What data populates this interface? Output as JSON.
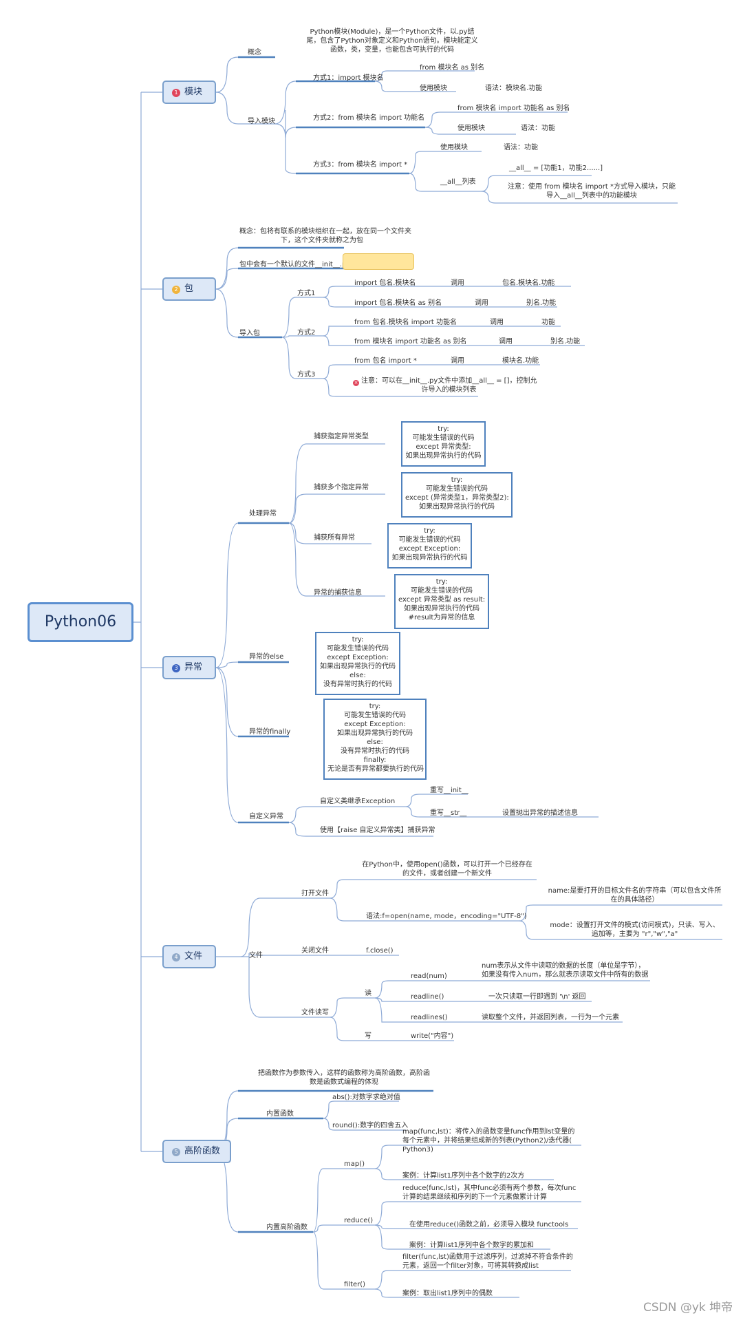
{
  "root": {
    "label": "Python06"
  },
  "topics": [
    {
      "num": "1",
      "label": "模块",
      "color": "#e0455b"
    },
    {
      "num": "2",
      "label": "包",
      "color": "#f0b43c"
    },
    {
      "num": "3",
      "label": "异常",
      "color": "#3f66c2"
    },
    {
      "num": "4",
      "label": "文件",
      "color": "#8fa8c8"
    },
    {
      "num": "5",
      "label": "高阶函数",
      "color": "#8fa8c8"
    }
  ],
  "module": {
    "concept_label": "概念",
    "concept_text": "Python模块(Module)，是一个Python文件，以.py结\n尾，包含了Python对象定义和Python语句。模块能定义\n函数，类，变量，也能包含可执行的代码",
    "import_label": "导入模块",
    "way1": "方式1：import 模块名",
    "way1_a": "from 模块名 as 别名",
    "way1_b": "使用模块",
    "way1_b2": "语法：模块名.功能",
    "way2": "方式2：from 模块名 import 功能名",
    "way2_a": "from 模块名 import 功能名 as 别名",
    "way2_b": "使用模块",
    "way2_b2": "语法：功能",
    "way3": "方式3：from 模块名 import *",
    "way3_a": "使用模块",
    "way3_a2": "语法：功能",
    "way3_b": "__all__列表",
    "way3_b1": "__all__ = [功能1，功能2......]",
    "way3_b2": "注意：使用 from 模块名 import *方式导入模块，只能\n导入__all__列表中的功能模块"
  },
  "package": {
    "concept": "概念：包将有联系的模块组织在一起，放在同一个文件夹\n下，这个文件夹就称之为包",
    "init_file": "包中会有一个默认的文件__init__.py文件",
    "import_label": "导入包",
    "way1": "方式1",
    "w1a": "import 包名.模块名",
    "w1a_call": "调用",
    "w1a_res": "包名.模块名.功能",
    "w1b": "import 包名.模块名 as 别名",
    "w1b_call": "调用",
    "w1b_res": "别名.功能",
    "way2": "方式2",
    "w2a": "from 包名.模块名 import 功能名",
    "w2a_call": "调用",
    "w2a_res": "功能",
    "w2b": "from 模块名 import 功能名 as 别名",
    "w2b_call": "调用",
    "w2b_res": "别名.功能",
    "way3": "方式3",
    "w3a": "from 包名 import *",
    "w3a_call": "调用",
    "w3a_res": "模块名.功能",
    "w3b": "注意：可以在__init__.py文件中添加__all__ = []，控制允\n许导入的模块列表"
  },
  "exception": {
    "handle_label": "处理异常",
    "h1": "捕获指定异常类型",
    "h1_box": "try:\n可能发生错误的代码\nexcept 异常类型:\n如果出现异常执行的代码",
    "h2": "捕获多个指定异常",
    "h2_box": "try:\n可能发生错误的代码\nexcept (异常类型1，异常类型2):\n如果出现异常执行的代码",
    "h3": "捕获所有异常",
    "h3_box": "try:\n可能发生错误的代码\nexcept Exception:\n如果出现异常执行的代码",
    "h4": "异常的捕获信息",
    "h4_box": "try:\n可能发生错误的代码\nexcept 异常类型 as result:\n如果出现异常执行的代码\n#result为异常的信息",
    "else_label": "异常的else",
    "else_box": "try:\n可能发生错误的代码\nexcept Exception:\n如果出现异常执行的代码\nelse:\n没有异常时执行的代码",
    "finally_label": "异常的finally",
    "finally_box": "try:\n可能发生错误的代码\nexcept Exception:\n如果出现异常执行的代码\nelse:\n没有异常时执行的代码\nfinally:\n无论是否有异常都要执行的代码",
    "custom_label": "自定义异常",
    "c1": "自定义类继承Exception",
    "c1a": "重写__init__",
    "c1b": "重写__str__",
    "c1b2": "设置抛出异常的描述信息",
    "c2": "使用【raise 自定义异常类】捕获异常"
  },
  "file": {
    "label": "文件",
    "open_label": "打开文件",
    "open_desc": "在Python中，使用open()函数，可以打开一个已经存在\n的文件，或者创建一个新文件",
    "syntax": "语法:f=open(name, mode，encoding=\"UTF-8\")",
    "name_desc": "name:是要打开的目标文件名的字符串（可以包含文件所\n在的具体路径）",
    "mode_desc": "mode：设置打开文件的模式(访问模式)，只读、写入、\n追加等，主要为 \"r\",\"w\",\"a\"",
    "close_label": "关闭文件",
    "close_fn": "f.close()",
    "rw_label": "文件读写",
    "read_label": "读",
    "read1": "read(num)",
    "read1_desc": "num表示从文件中读取的数据的长度（单位是字节），\n如果没有传入num，那么就表示读取文件中所有的数据",
    "read2": "readline()",
    "read2_desc": "一次只读取一行即遇到 '\\n' 返回",
    "read3": "readlines()",
    "read3_desc": "读取整个文件，并返回列表，一行为一个元素",
    "write_label": "写",
    "write1": "write(\"内容\")"
  },
  "hof": {
    "desc": "把函数作为参数传入，这样的函数称为高阶函数，高阶函\n数是函数式编程的体现",
    "builtin_label": "内置函数",
    "abs": "abs():对数字求绝对值",
    "round": "round():数字的四舍五入",
    "builtin_hof_label": "内置高阶函数",
    "map": "map()",
    "map_desc": "map(func,lst)：将传入的函数变量func作用到lst变量的\n每个元素中，并将结果组成新的列表(Python2)/迭代器(\nPython3)",
    "map_ex": "案例：计算list1序列中各个数字的2次方",
    "reduce": "reduce()",
    "reduce_desc": "reduce(func,lst)，其中func必须有两个参数，每次func\n计算的结果继续和序列的下一个元素做累计计算",
    "reduce_note": "在使用reduce()函数之前，必须导入模块 functools",
    "reduce_ex": "案例：计算list1序列中各个数字的累加和",
    "filter": "filter()",
    "filter_desc": "filter(func,lst)函数用于过滤序列，过滤掉不符合条件的\n元素，返回一个filter对象，可将其转换成list",
    "filter_ex": "案例：取出list1序列中的偶数"
  },
  "watermark": "CSDN @yk 坤帝",
  "colors": {
    "line": "#4f81bd",
    "branch": "#7a9fcc",
    "accent": "#e0455b"
  }
}
